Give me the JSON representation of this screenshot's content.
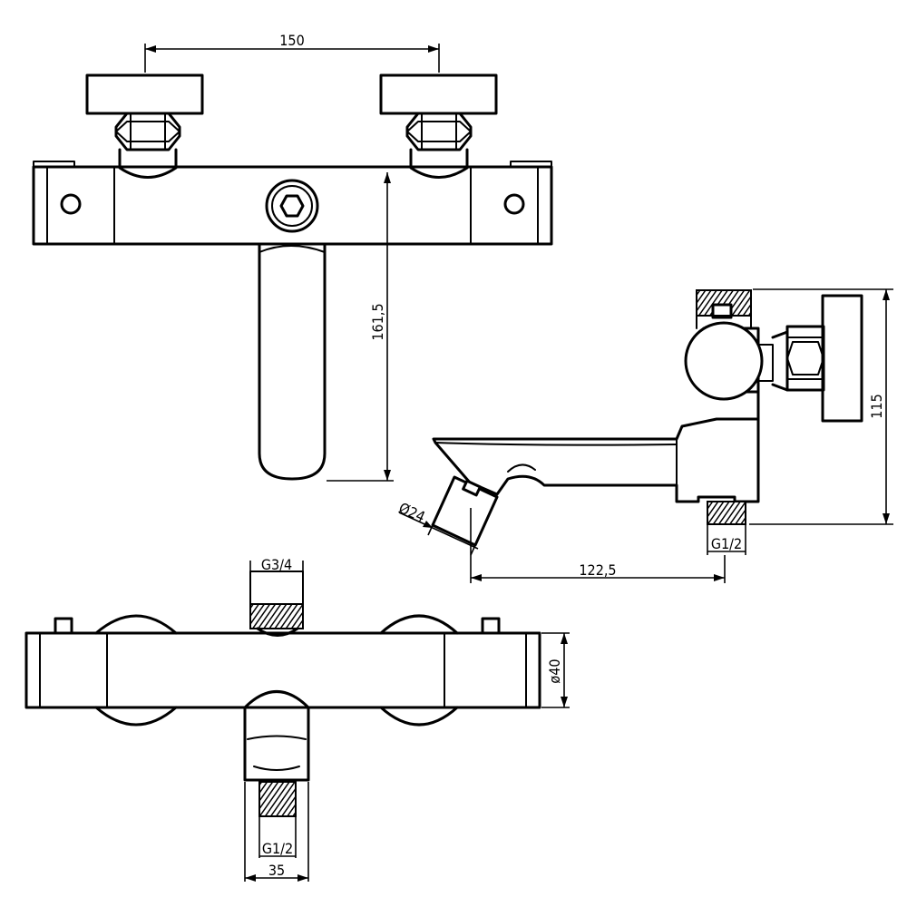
{
  "dimensions": {
    "handle_spacing": "150",
    "height_front": "161,5",
    "height_side": "115",
    "spout_outlet_diameter": "Ø24",
    "inlet_thread_side": "G1/2",
    "spout_reach": "122,5",
    "top_outlet_thread": "G3/4",
    "body_diameter": "ø40",
    "inlet_thread_top": "G1/2",
    "inlet_width": "35"
  }
}
